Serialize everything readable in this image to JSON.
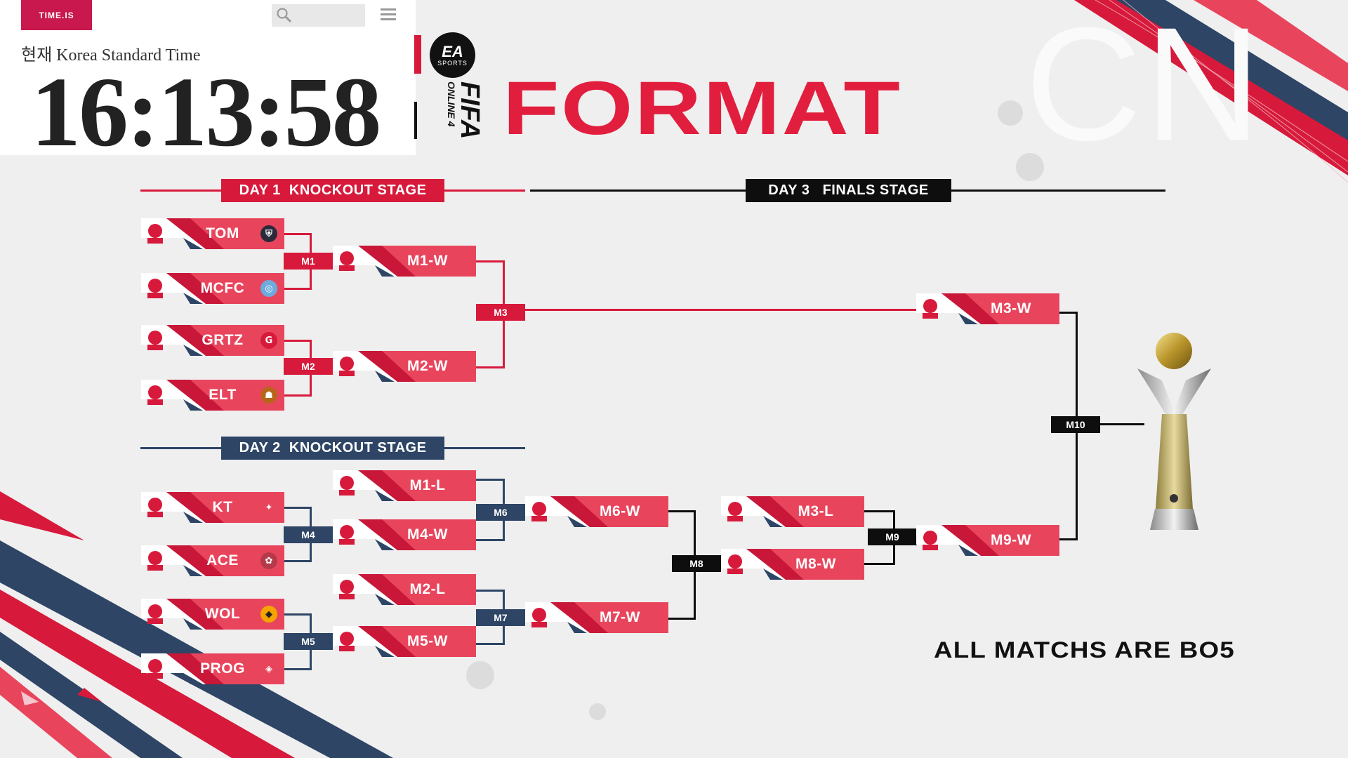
{
  "timeis": {
    "logo": "TIME.IS",
    "search_placeholder": "",
    "timezone": "현재 Korea Standard Time",
    "clock": "16:13:58"
  },
  "header": {
    "ea_text": "EA",
    "ea_sub": "SPORTS",
    "fifa_text": "FIFA",
    "online_text": "ONLINE 4",
    "title": "FORMAT",
    "watermark": "CN"
  },
  "stages": {
    "day1": "DAY 1  KNOCKOUT STAGE",
    "day2": "DAY 2  KNOCKOUT STAGE",
    "day3": "DAY 3   FINALS STAGE"
  },
  "teams": {
    "tom": "TOM",
    "mcfc": "MCFC",
    "grtz": "GRTZ",
    "elt": "ELT",
    "kt": "KT",
    "ace": "ACE",
    "wol": "WOL",
    "prog": "PROG"
  },
  "slots": {
    "m1w": "M1-W",
    "m2w": "M2-W",
    "m3w": "M3-W",
    "m1l": "M1-L",
    "m4w": "M4-W",
    "m2l": "M2-L",
    "m5w": "M5-W",
    "m6w": "M6-W",
    "m7w": "M7-W",
    "m3l": "M3-L",
    "m8w": "M8-W",
    "m9w": "M9-W"
  },
  "matches": {
    "m1": "M1",
    "m2": "M2",
    "m3": "M3",
    "m4": "M4",
    "m5": "M5",
    "m6": "M6",
    "m7": "M7",
    "m8": "M8",
    "m9": "M9",
    "m10": "M10"
  },
  "footer": "ALL MATCHS ARE BO5",
  "colors": {
    "red": "#d71a3b",
    "pink": "#e8455d",
    "navy": "#2e4566",
    "black": "#0e0e0e",
    "background": "#efefef"
  }
}
